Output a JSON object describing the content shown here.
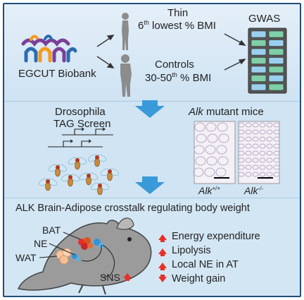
{
  "panel1": {
    "biobank_label": "EGCUT Biobank",
    "thin_label": "Thin",
    "thin_detail": {
      "pre": "6",
      "sup": "th",
      "post": " lowest % BMI"
    },
    "controls_label": "Controls",
    "controls_detail": {
      "pre": "30-50",
      "sup": "th",
      "post": " % BMI"
    },
    "gwas_label": "GWAS"
  },
  "panel2": {
    "drosophila_line1": "Drosophila",
    "drosophila_line2": "TAG Screen",
    "mice_title_italic": "Alk",
    "mice_title_rest": " mutant mice",
    "wt_genotype": {
      "base": "Alk",
      "sup": "+/+"
    },
    "ko_genotype": {
      "base": "Alk",
      "sup": "-/-"
    }
  },
  "panel3": {
    "title": "ALK Brain-Adipose crosstalk regulating body weight",
    "labels": {
      "bat": "BAT",
      "ne": "NE",
      "wat": "WAT",
      "sns": "SNS"
    },
    "effects": [
      {
        "text": "Energy expenditure",
        "direction": "up"
      },
      {
        "text": "Lipolysis",
        "direction": "up"
      },
      {
        "text": "Local NE in AT",
        "direction": "up"
      },
      {
        "text": "Weight gain",
        "direction": "down"
      }
    ]
  },
  "colors": {
    "frame": "#1f4e79",
    "arrow_blue": "#3a9ad9",
    "up_red": "#e8302a",
    "logo_purple": "#7b3f99",
    "logo_orange": "#f59a1b",
    "logo_blue": "#2b6cb0"
  }
}
